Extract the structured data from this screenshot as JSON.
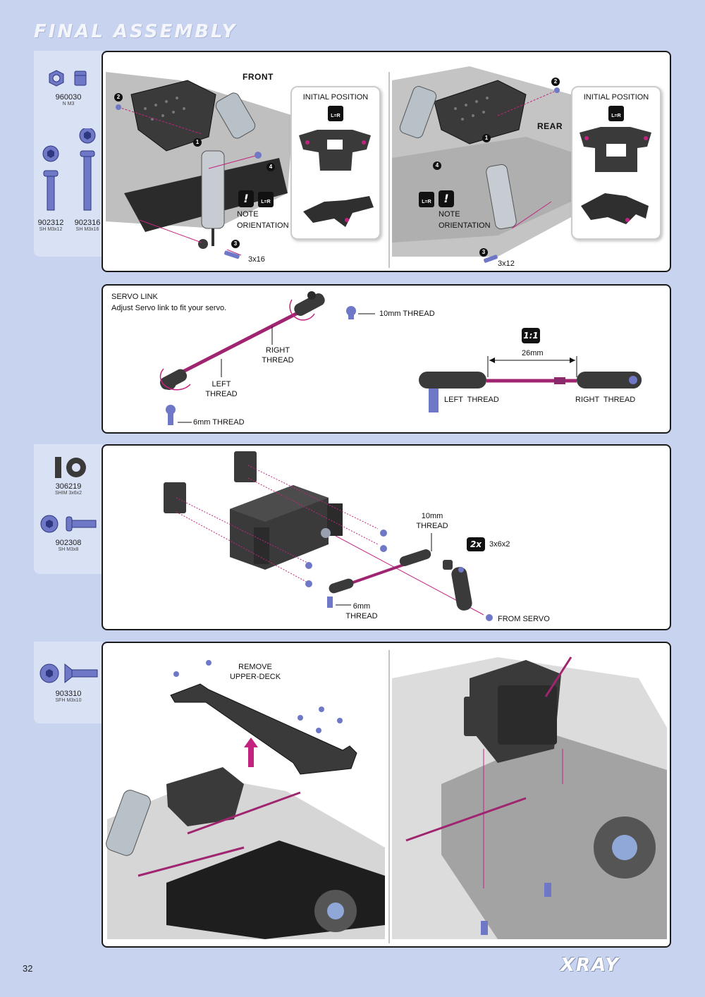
{
  "page": {
    "title": "FINAL ASSEMBLY",
    "page_number": "32",
    "brand": "XRAY"
  },
  "colors": {
    "background": "#c8d3ef",
    "accent_pink": "#c3237f",
    "part_blue": "#6f78c6",
    "carbon": "#3a3a3a"
  },
  "step1": {
    "parts": [
      {
        "code": "960030",
        "desc": "N M3",
        "icon": "nut-icon"
      },
      {
        "code": "902312",
        "desc": "SH M3x12",
        "icon": "screw-icon"
      },
      {
        "code": "902316",
        "desc": "SH M3x16",
        "icon": "screw-icon"
      }
    ],
    "front_label": "FRONT",
    "rear_label": "REAR",
    "initial_position": "INITIAL POSITION",
    "lr_badge": "L=R",
    "note_orientation_1": "NOTE",
    "note_orientation_2": "ORIENTATION",
    "screw_front": "3x16",
    "screw_rear": "3x12",
    "callouts": [
      "1",
      "2",
      "3",
      "4"
    ]
  },
  "step2": {
    "heading": "SERVO LINK",
    "instruction": "Adjust Servo link to fit your servo.",
    "thread_10mm": "10mm THREAD",
    "right_thread_1": "RIGHT",
    "right_thread_2": "THREAD",
    "left_thread_1": "LEFT",
    "left_thread_2": "THREAD",
    "thread_6mm": "6mm THREAD",
    "ratio_badge": "1:1",
    "length": "26mm",
    "left_thread": "LEFT  THREAD",
    "right_thread": "RIGHT  THREAD"
  },
  "step3": {
    "parts": [
      {
        "code": "306219",
        "desc": "SHIM 3x6x2",
        "icon": "shim-icon"
      },
      {
        "code": "902308",
        "desc": "SH M3x8",
        "icon": "screw-icon"
      }
    ],
    "thread_10mm_1": "10mm",
    "thread_10mm_2": "THREAD",
    "qty_badge": "2x",
    "shim_size": "3x6x2",
    "thread_6mm_1": "6mm",
    "thread_6mm_2": "THREAD",
    "from_servo": "FROM SERVO"
  },
  "step4": {
    "parts": [
      {
        "code": "903310",
        "desc": "SFH M3x10",
        "icon": "flat-head-screw-icon"
      }
    ],
    "remove_1": "REMOVE",
    "remove_2": "UPPER-DECK"
  }
}
